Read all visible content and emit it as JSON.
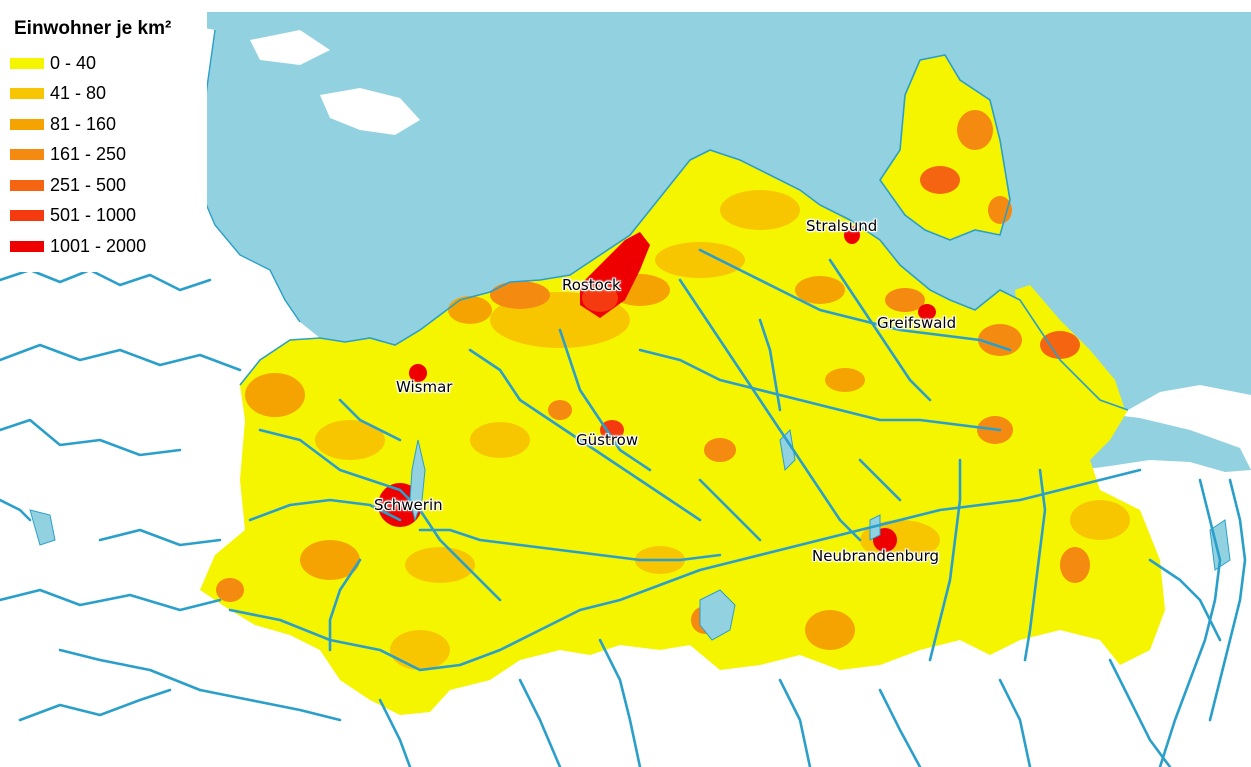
{
  "legend": {
    "title": "Einwohner je km²",
    "classes": [
      {
        "label": "0 - 40",
        "color": "#f5f500"
      },
      {
        "label": "41 - 80",
        "color": "#f7c600"
      },
      {
        "label": "81 - 160",
        "color": "#f5a300"
      },
      {
        "label": "161 - 250",
        "color": "#f58a10"
      },
      {
        "label": "251 - 500",
        "color": "#f56410"
      },
      {
        "label": "501 - 1000",
        "color": "#f53a10"
      },
      {
        "label": "1001 - 2000",
        "color": "#ee0000"
      }
    ]
  },
  "cities": [
    {
      "name": "Rostock"
    },
    {
      "name": "Stralsund"
    },
    {
      "name": "Greifswald"
    },
    {
      "name": "Wismar"
    },
    {
      "name": "Güstrow"
    },
    {
      "name": "Schwerin"
    },
    {
      "name": "Neubrandenburg"
    }
  ],
  "colors": {
    "water": "#92d2e0",
    "river": "#2a9fca",
    "land": "#ffffff"
  }
}
